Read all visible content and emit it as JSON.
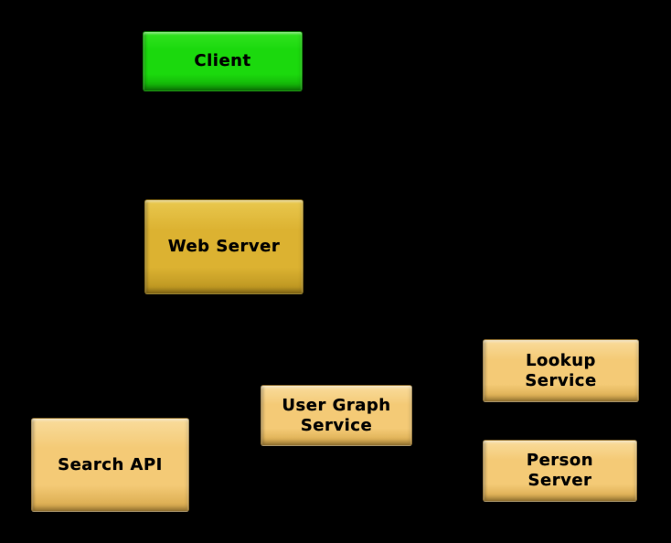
{
  "canvas": {
    "background": "#000000"
  },
  "palette": {
    "canvas-bg": "#000000",
    "text-color": "#000000",
    "green-top": "#33e421",
    "green-base": "#1bd90d",
    "green-dark": "#10a306",
    "gold-top": "#e9c84f",
    "gold-base": "#dcb231",
    "gold-dark": "#b6901e",
    "lightgold-top": "#f9dc9c",
    "lightgold-base": "#f4ca76",
    "lightgold-dark": "#d5a648"
  },
  "nodes": {
    "client": {
      "label": "Client",
      "color": "#1bd90d"
    },
    "web_server": {
      "label": "Web Server",
      "color": "#dcb231"
    },
    "search_api": {
      "label": "Search API",
      "color": "#f4ca76"
    },
    "user_graph_service": {
      "label": "User Graph\nService",
      "color": "#f4ca76"
    },
    "lookup_service": {
      "label": "Lookup\nService",
      "color": "#f4ca76"
    },
    "person_server": {
      "label": "Person\nServer",
      "color": "#f4ca76"
    }
  }
}
